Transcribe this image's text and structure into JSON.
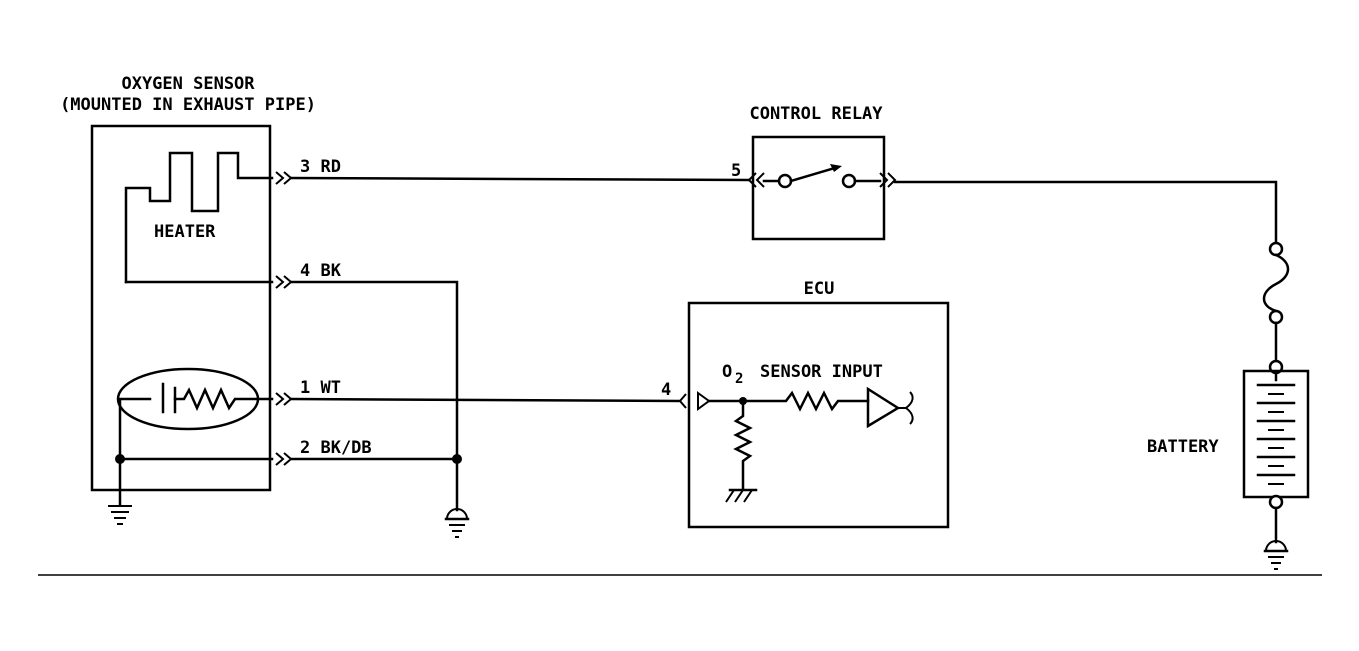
{
  "oxygen_sensor": {
    "title": "OXYGEN SENSOR",
    "subtitle": "(MOUNTED IN EXHAUST PIPE)",
    "heater_label": "HEATER"
  },
  "control_relay": {
    "title": "CONTROL RELAY",
    "pin": "5"
  },
  "ecu": {
    "title": "ECU",
    "input_label": "SENSOR INPUT",
    "o2_prefix": "O",
    "o2_sub": "2",
    "pin": "4"
  },
  "battery": {
    "label": "BATTERY"
  },
  "wires": [
    {
      "pin_circuit": "3 RD"
    },
    {
      "pin_circuit": "4 BK"
    },
    {
      "pin_circuit": "1 WT"
    },
    {
      "pin_circuit": "2 BK/DB"
    }
  ]
}
